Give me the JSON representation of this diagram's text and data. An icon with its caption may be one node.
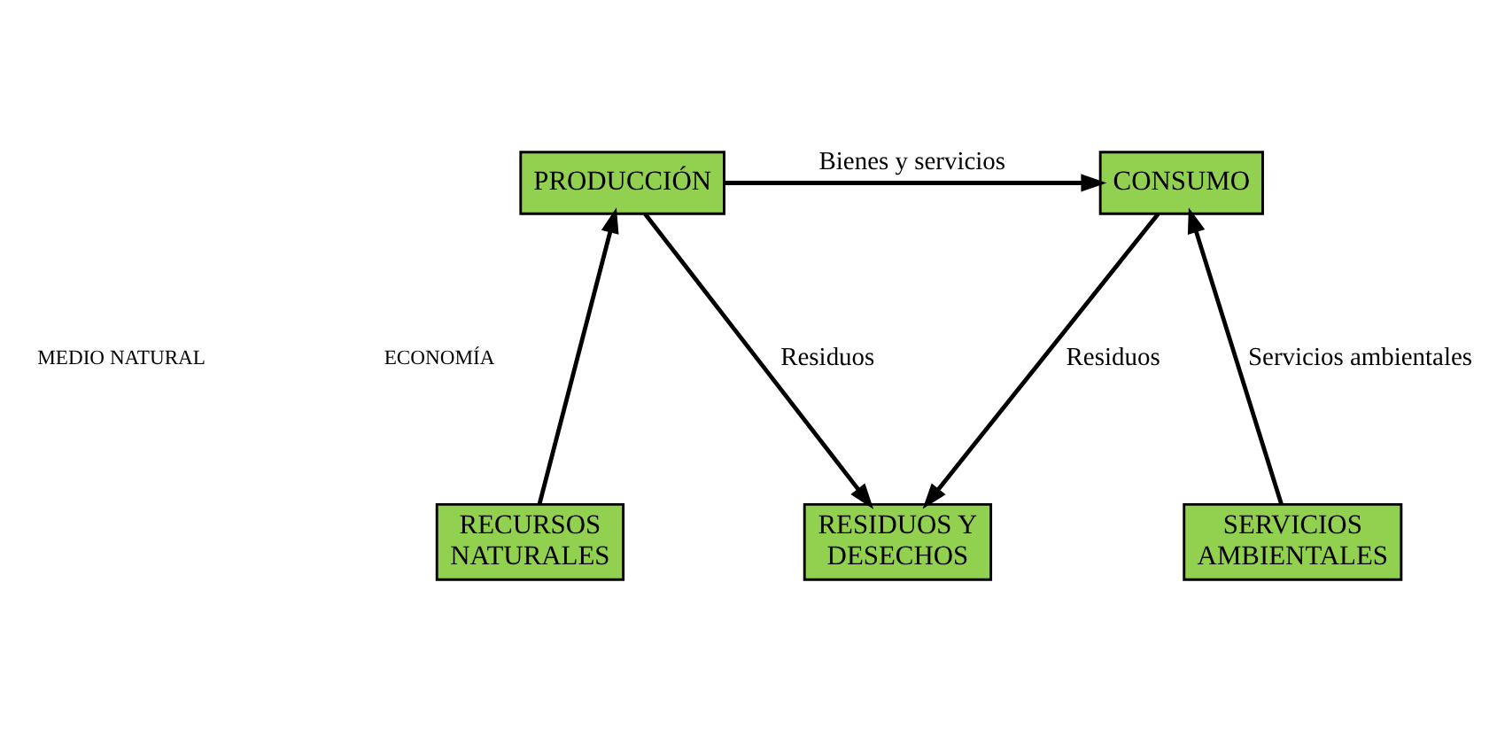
{
  "diagram": {
    "nodes": [
      {
        "text": [
          "PRODUCCIÓN"
        ]
      },
      {
        "text": [
          "CONSUMO"
        ]
      },
      {
        "text": [
          "RECURSOS NATURALES"
        ]
      },
      {
        "text": [
          "SERVICIOS AMBIENTALES"
        ]
      },
      {
        "text": [
          "RESIDUOS Y DESECHOS"
        ]
      }
    ],
    "edges": [
      {
        "from": 0,
        "to": 1,
        "arrow": "to",
        "label": "Bienes y servicios"
      },
      {
        "from": 2,
        "to": 0,
        "arrow": "to"
      },
      {
        "from": 3,
        "to": 1,
        "arrow": "to",
        "label": "Servicios ambientales"
      },
      {
        "from": 0,
        "to": 4,
        "arrow": "to",
        "label": "Residuos"
      },
      {
        "from": 1,
        "to": 4,
        "arrow": "to",
        "label": "Residuos"
      }
    ],
    "labels": [
      "ECONOMÍA",
      "MEDIO NATURAL"
    ]
  }
}
